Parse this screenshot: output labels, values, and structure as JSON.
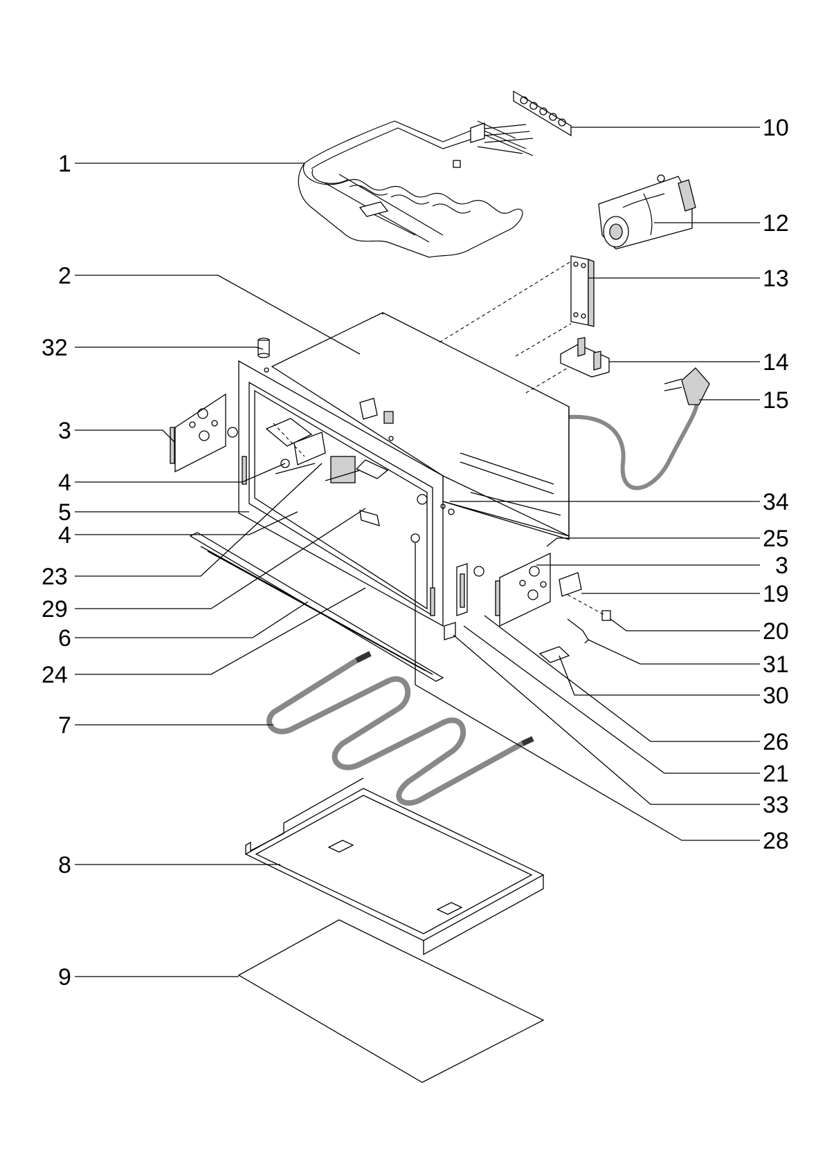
{
  "labels": [
    {
      "text": "1"
    },
    {
      "text": "2"
    },
    {
      "text": "32"
    },
    {
      "text": "3"
    },
    {
      "text": "4"
    },
    {
      "text": "5"
    },
    {
      "text": "4"
    },
    {
      "text": "23"
    },
    {
      "text": "29"
    },
    {
      "text": "6"
    },
    {
      "text": "24"
    },
    {
      "text": "7"
    },
    {
      "text": "8"
    },
    {
      "text": "9"
    },
    {
      "text": "10"
    },
    {
      "text": "12"
    },
    {
      "text": "13"
    },
    {
      "text": "14"
    },
    {
      "text": "15"
    },
    {
      "text": "34"
    },
    {
      "text": "25"
    },
    {
      "text": "3"
    },
    {
      "text": "19"
    },
    {
      "text": "20"
    },
    {
      "text": "31"
    },
    {
      "text": "30"
    },
    {
      "text": "26"
    },
    {
      "text": "21"
    },
    {
      "text": "33"
    },
    {
      "text": "28"
    }
  ]
}
